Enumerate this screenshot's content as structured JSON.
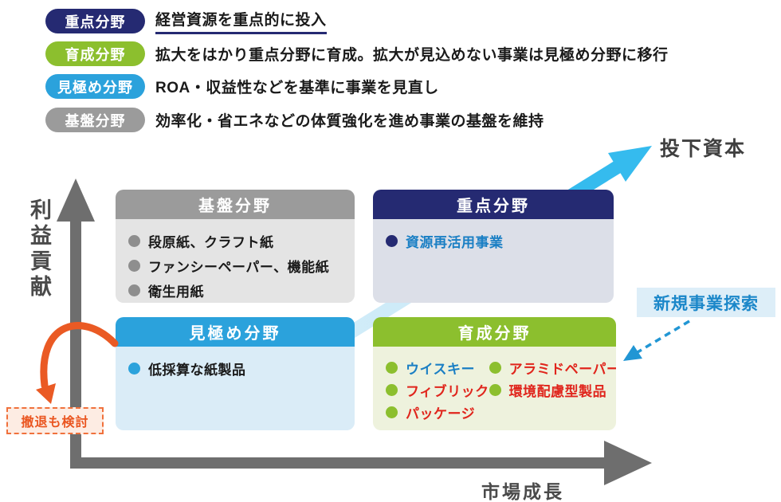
{
  "legend": {
    "rows": [
      {
        "pill": "重点分野",
        "desc": "経営資源を重点的に投入",
        "color": "#252a72"
      },
      {
        "pill": "育成分野",
        "desc": "拡大をはかり重点分野に育成。拡大が見込めない事業は見極め分野に移行",
        "color": "#8cbf2e"
      },
      {
        "pill": "見極め分野",
        "desc": "ROA・収益性などを基準に事業を見直し",
        "color": "#2ba2dc"
      },
      {
        "pill": "基盤分野",
        "desc": "効率化・省エネなどの体質強化を進め事業の基盤を維持",
        "color": "#9b9b9b"
      }
    ]
  },
  "axes": {
    "y_label": "利益貢献",
    "x_label": "市場成長"
  },
  "annotations": {
    "invested_capital": "投下資本",
    "new_business": "新規事業探索",
    "withdrawal": "撤退も検討"
  },
  "matrix": {
    "kiban": {
      "title": "基盤分野",
      "items": [
        "段原紙、クラフト紙",
        "ファンシーペーパー、機能紙",
        "衛生用紙"
      ]
    },
    "juten": {
      "title": "重点分野",
      "items": [
        "資源再活用事業"
      ]
    },
    "mikiwame": {
      "title": "見極め分野",
      "items": [
        "低採算な紙製品"
      ]
    },
    "ikusei": {
      "title": "育成分野",
      "col1": [
        "ウイスキー",
        "フィブリック",
        "パッケージ"
      ],
      "col2": [
        "アラミドペーパー",
        "環境配慮型製品"
      ]
    }
  },
  "colors": {
    "navy": "#252a72",
    "green": "#8cbf2e",
    "light_blue": "#2ba2dc",
    "gray": "#9b9b9b",
    "cyan_arrow": "#35bbee",
    "orange": "#ea5a24",
    "red_text": "#e0251c",
    "blue_text": "#1a7fc4",
    "axis_gray": "#6e6e6e"
  }
}
